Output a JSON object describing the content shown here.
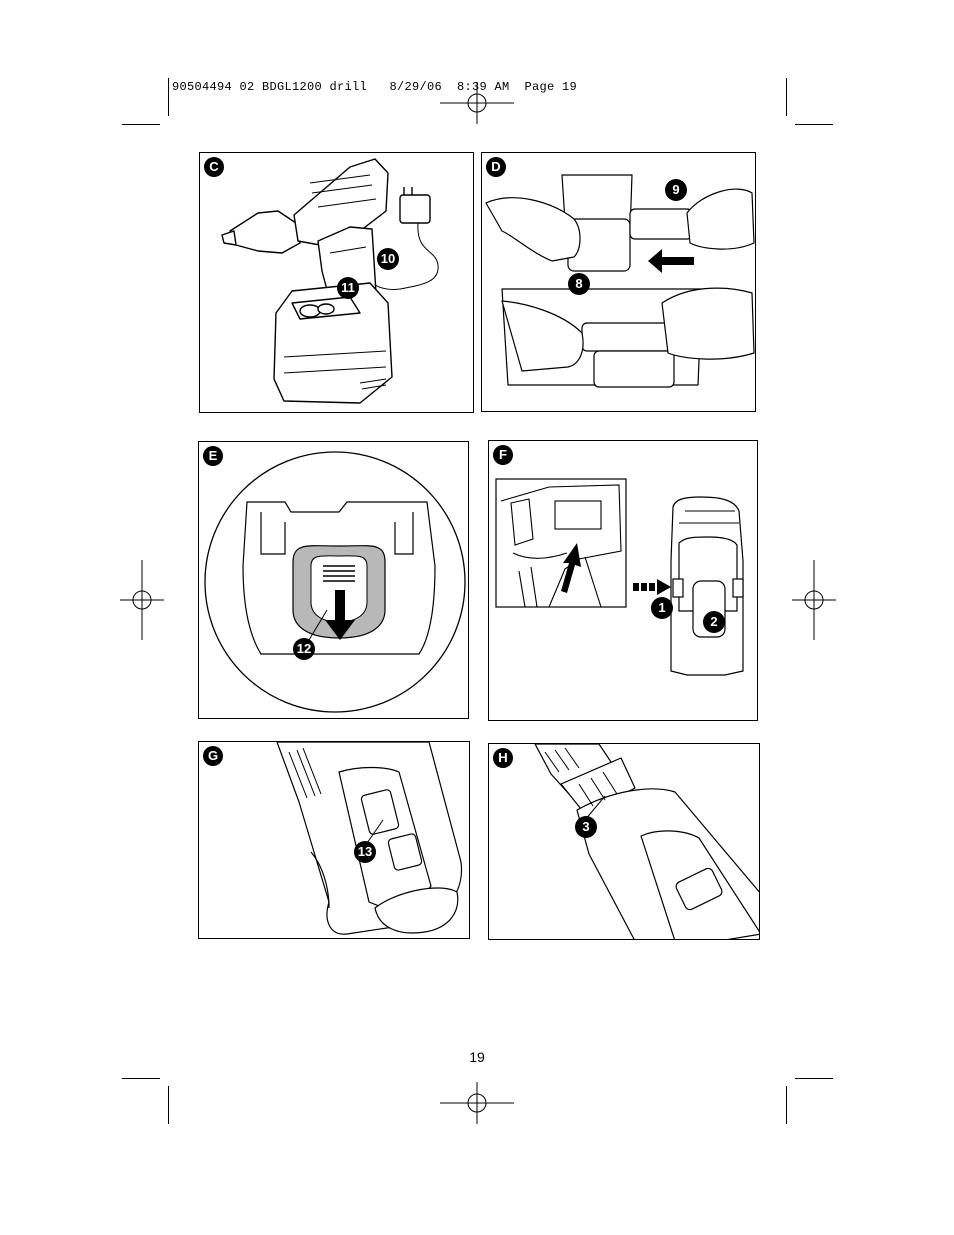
{
  "header": {
    "slug": "90504494 02 BDGL1200 drill   8/29/06  8:39 AM  Page 19"
  },
  "panels": {
    "c": {
      "label": "C",
      "callouts": [
        "10",
        "11"
      ]
    },
    "d": {
      "label": "D",
      "callouts": [
        "9",
        "8"
      ]
    },
    "e": {
      "label": "E",
      "callouts": [
        "12"
      ]
    },
    "f": {
      "label": "F",
      "callouts": [
        "1",
        "2"
      ]
    },
    "g": {
      "label": "G",
      "callouts": [
        "13"
      ]
    },
    "h": {
      "label": "H",
      "callouts": [
        "3"
      ]
    }
  },
  "footer": {
    "page_number": "19"
  }
}
